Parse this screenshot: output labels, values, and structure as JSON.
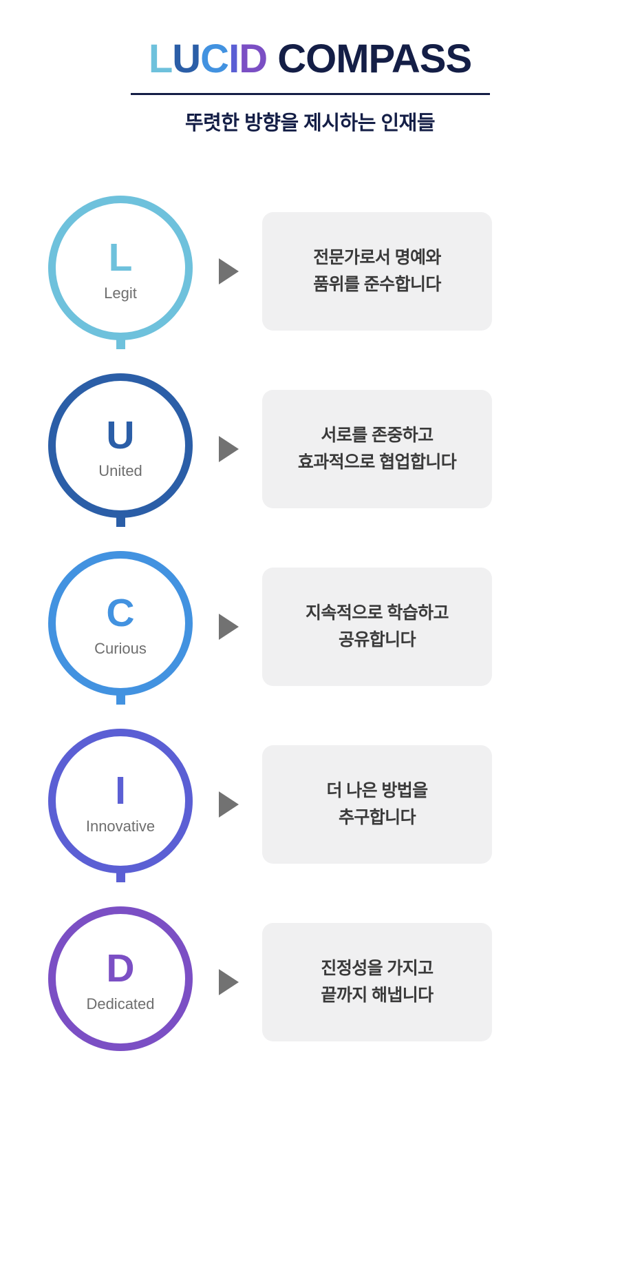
{
  "header": {
    "brand_parts": [
      {
        "text": "L",
        "color": "#6EC1DC"
      },
      {
        "text": "U",
        "color": "#2B5EA7"
      },
      {
        "text": "C",
        "color": "#4292E0"
      },
      {
        "text": "I",
        "color": "#5B5FD4"
      },
      {
        "text": "D",
        "color": "#7B4FC4"
      },
      {
        "text": " ",
        "color": "#141E46"
      },
      {
        "text": "COMPASS",
        "color": "#141E46"
      }
    ],
    "brand_full": "LUCID COMPASS",
    "subtitle": "뚜렷한 방향을 제시하는 인재들",
    "divider_color": "#141E46"
  },
  "values": [
    {
      "letter": "L",
      "word": "Legit",
      "color": "#6EC1DC",
      "message_lines": [
        "전문가로서 명예와",
        "품위를 준수합니다"
      ]
    },
    {
      "letter": "U",
      "word": "United",
      "color": "#2B5EA7",
      "message_lines": [
        "서로를 존중하고",
        "효과적으로 협업합니다"
      ]
    },
    {
      "letter": "C",
      "word": "Curious",
      "color": "#4292E0",
      "message_lines": [
        "지속적으로 학습하고",
        "공유합니다"
      ]
    },
    {
      "letter": "I",
      "word": "Innovative",
      "color": "#5B5FD4",
      "message_lines": [
        "더 나은 방법을",
        "추구합니다"
      ]
    },
    {
      "letter": "D",
      "word": "Dedicated",
      "color": "#7B4FC4",
      "message_lines": [
        "진정성을 가지고",
        "끝까지 해냅니다"
      ]
    }
  ],
  "style": {
    "box_background": "#F0F0F1",
    "arrow_color": "#727272",
    "word_color": "#6E6E6E",
    "message_color": "#3A3A3A",
    "page_background": "#FFFFFF"
  }
}
